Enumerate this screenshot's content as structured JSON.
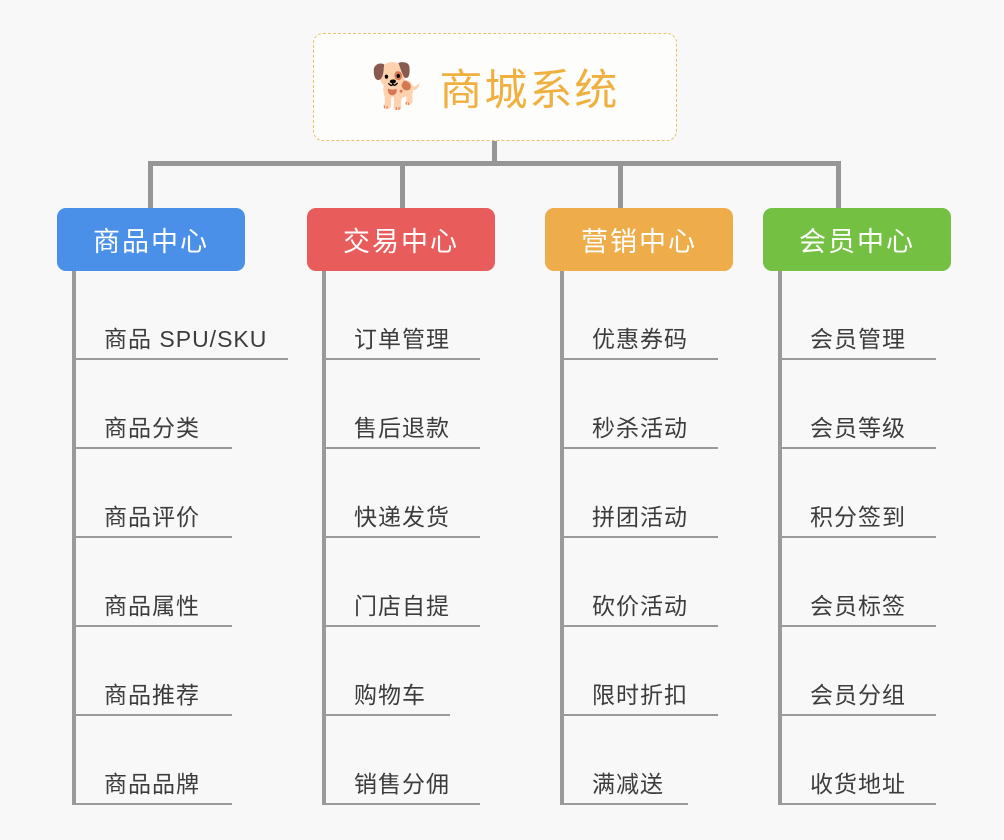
{
  "background_color": "#f8f8f8",
  "root": {
    "icon": "shiba-dog-face-icon",
    "emoji": "🐕",
    "title": "商城系统",
    "text_color": "#efb03f",
    "border_color": "#e9c06a"
  },
  "connector_color": "#969696",
  "columns": [
    {
      "id": "product-center",
      "label": "商品中心",
      "color": "#4a90e8",
      "items": [
        "商品 SPU/SKU",
        "商品分类",
        "商品评价",
        "商品属性",
        "商品推荐",
        "商品品牌"
      ]
    },
    {
      "id": "trade-center",
      "label": "交易中心",
      "color": "#e85d5b",
      "items": [
        "订单管理",
        "售后退款",
        "快递发货",
        "门店自提",
        "购物车",
        "销售分佣"
      ]
    },
    {
      "id": "marketing-center",
      "label": "营销中心",
      "color": "#eead4a",
      "items": [
        "优惠券码",
        "秒杀活动",
        "拼团活动",
        "砍价活动",
        "限时折扣",
        "满减送"
      ]
    },
    {
      "id": "member-center",
      "label": "会员中心",
      "color": "#74c043",
      "items": [
        "会员管理",
        "会员等级",
        "积分签到",
        "会员标签",
        "会员分组",
        "收货地址"
      ]
    }
  ]
}
